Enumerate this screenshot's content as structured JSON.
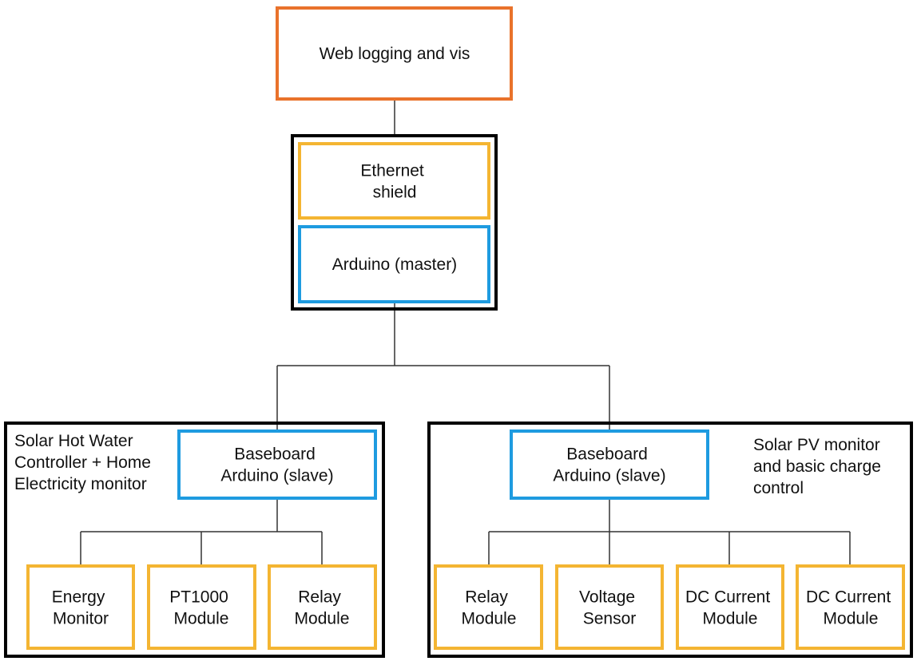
{
  "colors": {
    "orange": "#e9722b",
    "yellow": "#f4b532",
    "blue": "#1e9be0",
    "black": "#000000",
    "connector": "#333333"
  },
  "top": {
    "web": {
      "lines": [
        "Web logging and vis"
      ]
    },
    "ethernet": {
      "lines": [
        "Ethernet",
        "shield"
      ]
    },
    "master": {
      "lines": [
        "Arduino (master)"
      ]
    }
  },
  "left_group": {
    "caption": [
      "Solar Hot Water",
      "Controller + Home",
      "Electricity monitor"
    ],
    "slave": {
      "lines": [
        "Baseboard",
        "Arduino (slave)"
      ]
    },
    "modules": [
      {
        "lines": [
          "Energy",
          "Monitor"
        ]
      },
      {
        "lines": [
          "PT1000",
          "Module"
        ]
      },
      {
        "lines": [
          "Relay",
          "Module"
        ]
      }
    ]
  },
  "right_group": {
    "caption": [
      "Solar PV monitor",
      "and basic charge",
      "control"
    ],
    "slave": {
      "lines": [
        "Baseboard",
        "Arduino (slave)"
      ]
    },
    "modules": [
      {
        "lines": [
          "Relay",
          "Module"
        ]
      },
      {
        "lines": [
          "Voltage",
          "Sensor"
        ]
      },
      {
        "lines": [
          "DC Current",
          "Module"
        ]
      },
      {
        "lines": [
          "DC Current",
          "Module"
        ]
      }
    ]
  }
}
